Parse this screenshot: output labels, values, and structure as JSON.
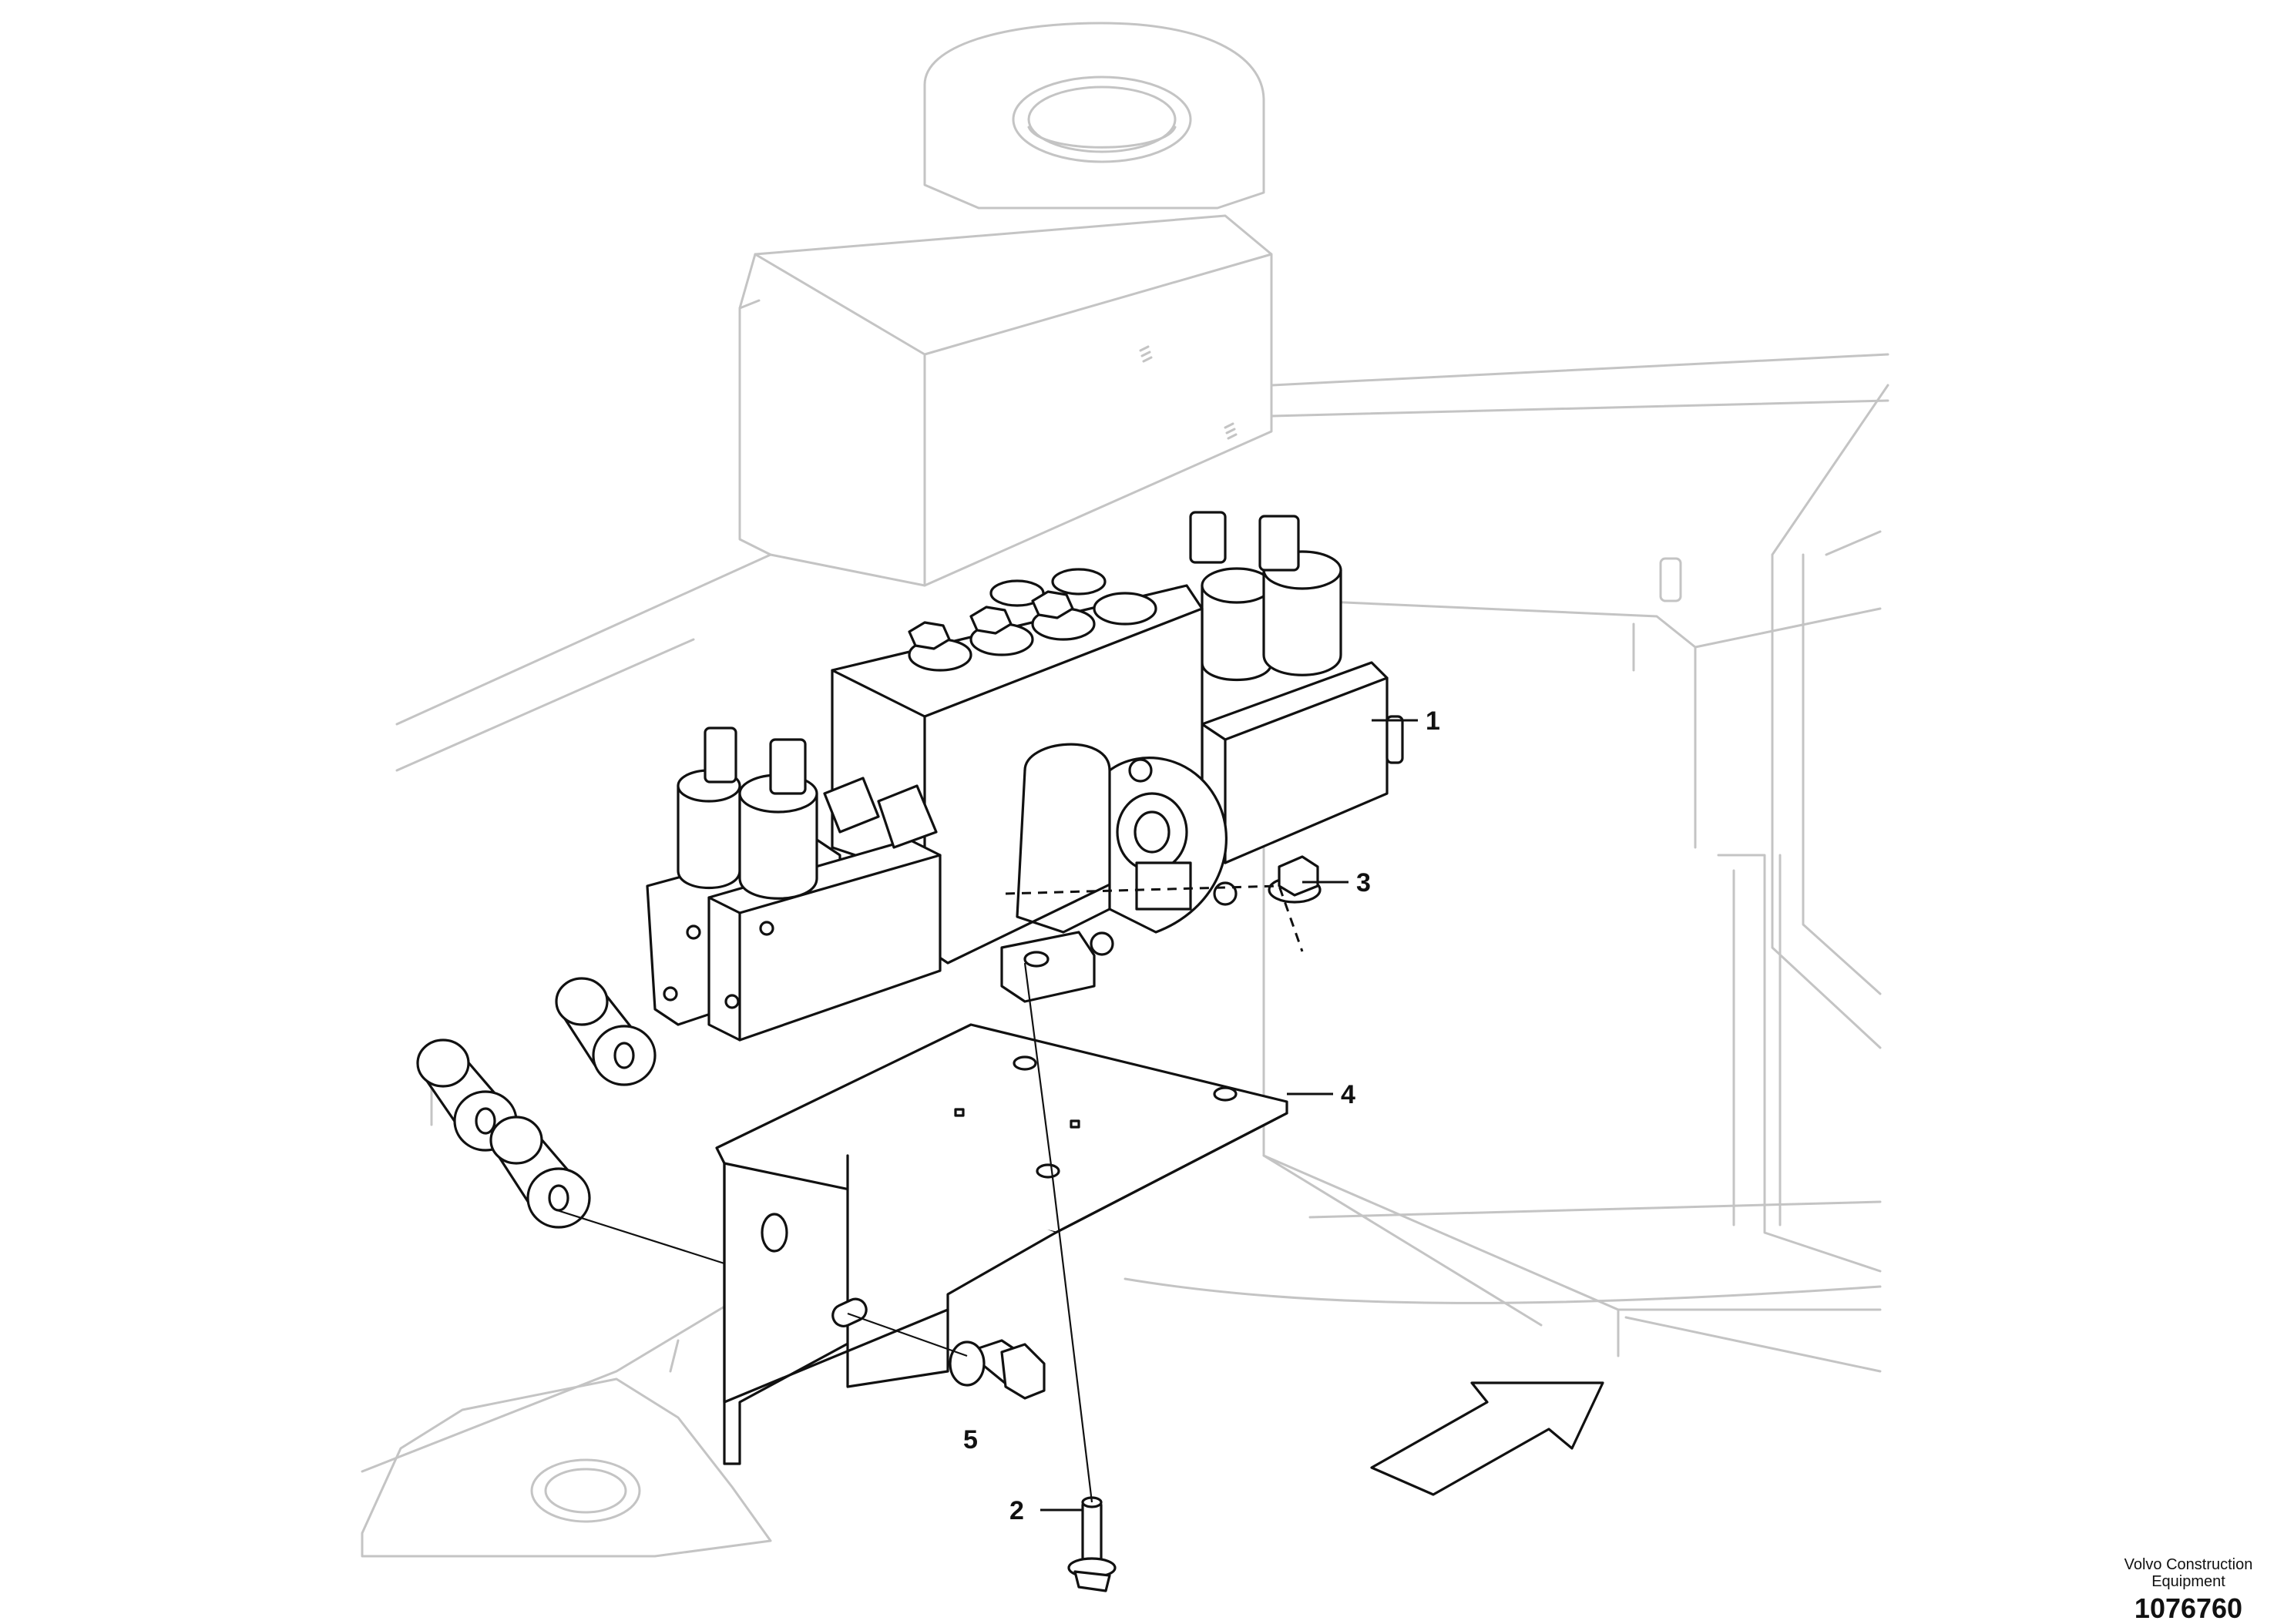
{
  "diagram": {
    "callouts": [
      {
        "label": "1"
      },
      {
        "label": "2"
      },
      {
        "label": "3"
      },
      {
        "label": "4"
      },
      {
        "label": "5"
      }
    ],
    "footer": {
      "company": "Volvo Construction\nEquipment",
      "figure_number": "1076760"
    },
    "colors": {
      "parts": "#111111",
      "background_structure": "#c4c4c4",
      "paper": "#ffffff"
    },
    "icons": [
      "direction-arrow-icon"
    ]
  }
}
